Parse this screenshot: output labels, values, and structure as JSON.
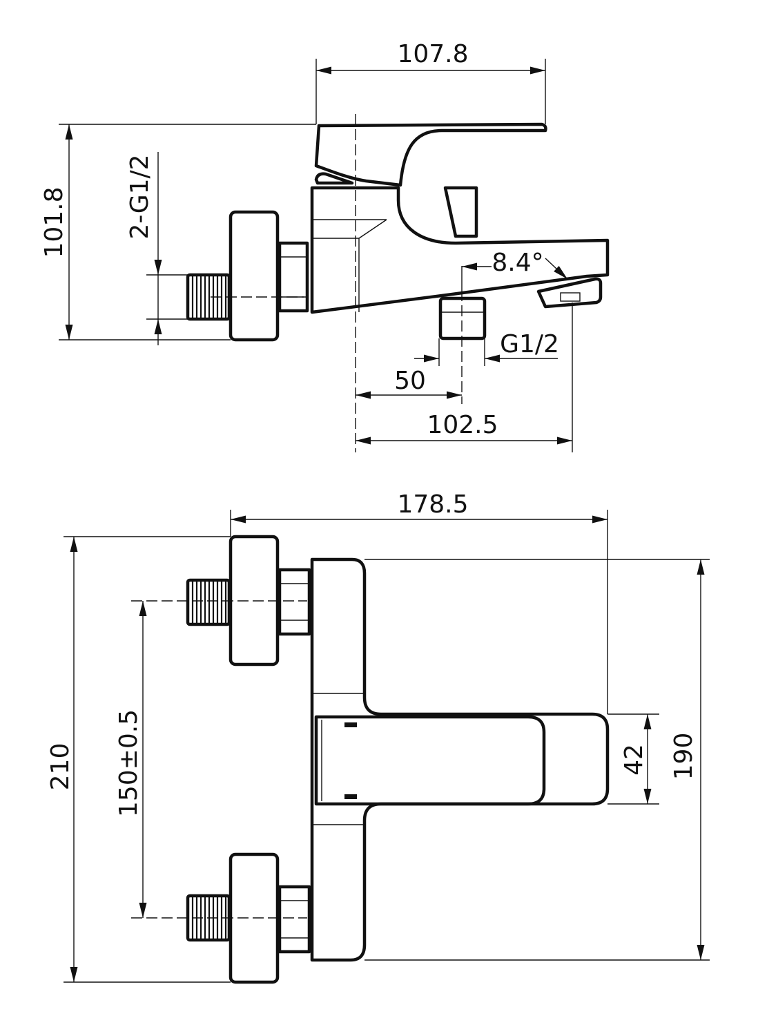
{
  "side_view": {
    "dim_top": "107.8",
    "dim_height": "101.8",
    "dim_inlet_thread": "2-G1/2",
    "dim_spout_angle": "8.4°",
    "dim_outlet_thread": "G1/2",
    "dim_outlet_offset": "50",
    "dim_spout_reach": "102.5"
  },
  "front_view": {
    "dim_overall_width": "178.5",
    "dim_overall_height": "210",
    "dim_inlet_spacing": "150±0.5",
    "dim_spout_width": "42",
    "dim_body_height": "190"
  }
}
